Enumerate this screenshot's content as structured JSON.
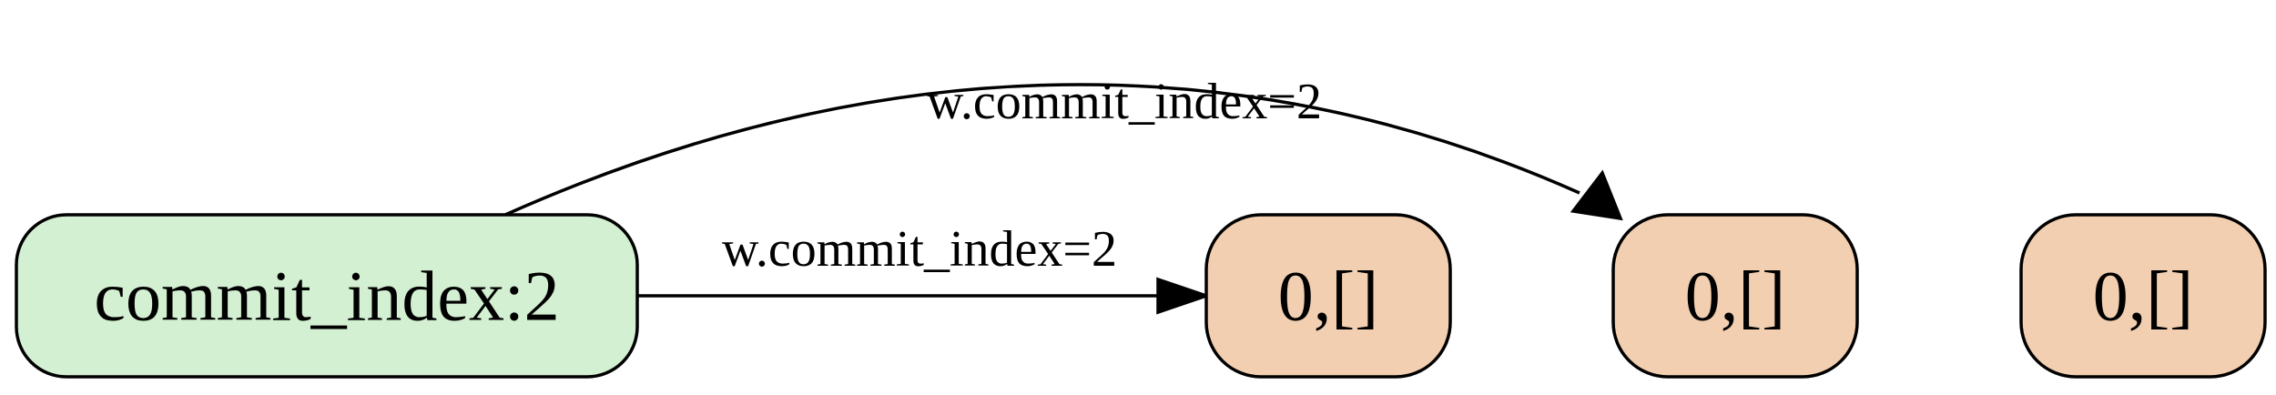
{
  "colors": {
    "start_fill": "#d3f0d2",
    "state_fill": "#f2cfb0",
    "stroke": "#000000"
  },
  "nodes": [
    {
      "id": "commit",
      "label": "commit_index:2"
    },
    {
      "id": "s1",
      "label": "0,[]"
    },
    {
      "id": "s2",
      "label": "0,[]"
    },
    {
      "id": "s3",
      "label": "0,[]"
    }
  ],
  "edges": [
    {
      "from": "commit",
      "to": "s1",
      "label": "w.commit_index=2"
    },
    {
      "from": "commit",
      "to": "s2",
      "label": "w.commit_index=2"
    }
  ]
}
